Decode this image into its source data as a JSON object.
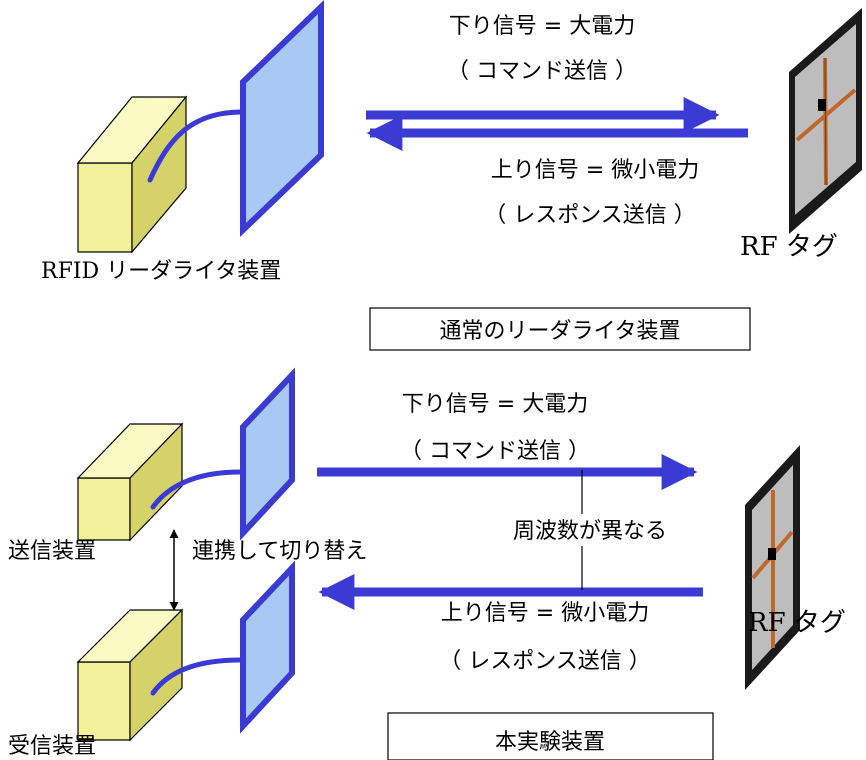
{
  "top": {
    "downlink_label": "下り信号 = 大電力",
    "downlink_sub": "（ コマンド送信 ）",
    "uplink_label": "上り信号 = 微小電力",
    "uplink_sub": "（ レスポンス送信 ）",
    "reader_label": "RFID リーダライタ装置",
    "tag_label": "RF タグ",
    "caption": "通常のリーダライタ装置"
  },
  "bottom": {
    "downlink_label": "下り信号 = 大電力",
    "downlink_sub": "（ コマンド送信 ）",
    "frequency_note": "周波数が異なる",
    "uplink_label": "上り信号 = 微小電力",
    "uplink_sub": "（ レスポンス送信 ）",
    "transmitter_label": "送信装置",
    "receiver_label": "受信装置",
    "link_label": "連携して切り替え",
    "tag_label": "RF タグ",
    "caption": "本実験装置"
  },
  "colors": {
    "arrow": "#3b3bd4",
    "antenna_fill": "#a9c9f5",
    "box_front": "#f3f09a",
    "box_top": "#fbf9c4",
    "box_side": "#d5d26a",
    "tag_frame": "#1a1a1a",
    "tag_face": "#bdbdbd",
    "tag_trace": "#c0682a"
  }
}
